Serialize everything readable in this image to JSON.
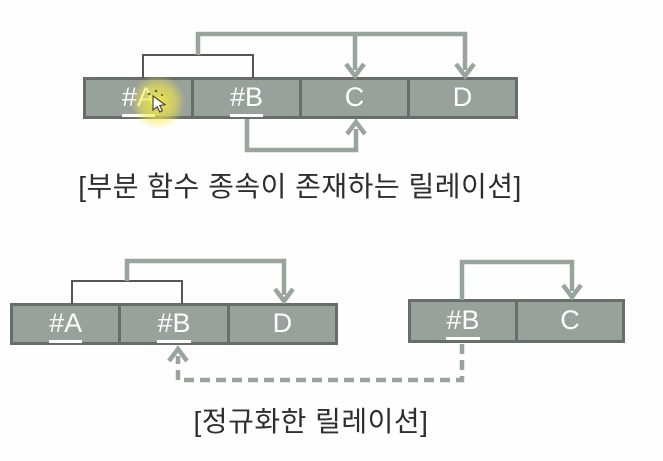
{
  "colors": {
    "background": "#fdfefd",
    "cell_fill": "#98a29a",
    "cell_border": "#676d68",
    "cell_text": "#ffffff",
    "arrow_gray": "#9aa49e",
    "bracket_dark": "#565656",
    "caption_text": "#2e2e2e",
    "cursor_glow_yellow": "#f3e946"
  },
  "top_diagram": {
    "caption": "[부분 함수 종속이 존재하는 릴레이션]",
    "table": {
      "cells": [
        {
          "label": "#A",
          "key": true
        },
        {
          "label": "#B",
          "key": true
        },
        {
          "label": "C",
          "key": false
        },
        {
          "label": "D",
          "key": false
        }
      ]
    },
    "relationships": [
      "#A+#B → C",
      "#A+#B → D",
      "#B → C"
    ]
  },
  "bottom_diagram": {
    "caption": "[정규화한 릴레이션]",
    "left_table": {
      "cells": [
        {
          "label": "#A",
          "key": true
        },
        {
          "label": "#B",
          "key": true
        },
        {
          "label": "D",
          "key": false
        }
      ]
    },
    "right_table": {
      "cells": [
        {
          "label": "#B",
          "key": true
        },
        {
          "label": "C",
          "key": false
        }
      ]
    },
    "relationships": [
      "#A+#B → D",
      "#B → C",
      "#B ⇢ #B (dashed link)"
    ]
  }
}
